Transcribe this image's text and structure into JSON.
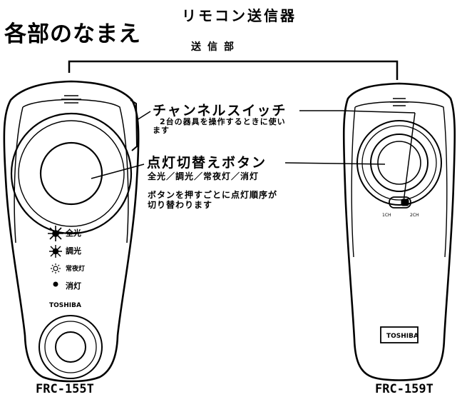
{
  "title": "各部のなまえ",
  "product": "リモコン送信器",
  "section": "送信部",
  "channel_switch": {
    "label": "チャンネルスイッチ",
    "desc_line1": "2台の器具を操作するときに使い",
    "desc_line2": "ます"
  },
  "light_button": {
    "label": "点灯切替えボタン",
    "modes": "全光／調光／常夜灯／消灯",
    "desc_line1": "ボタンを押すごとに点灯順序が",
    "desc_line2": "切り替わります"
  },
  "legend": {
    "full": "全光",
    "dim": "調光",
    "night": "常夜灯",
    "off": "消灯"
  },
  "brand": "TOSHIBA",
  "switch_labels": {
    "ch1": "1CH",
    "ch2": "2CH"
  },
  "models": {
    "left": "FRC-155T",
    "right": "FRC-159T"
  }
}
